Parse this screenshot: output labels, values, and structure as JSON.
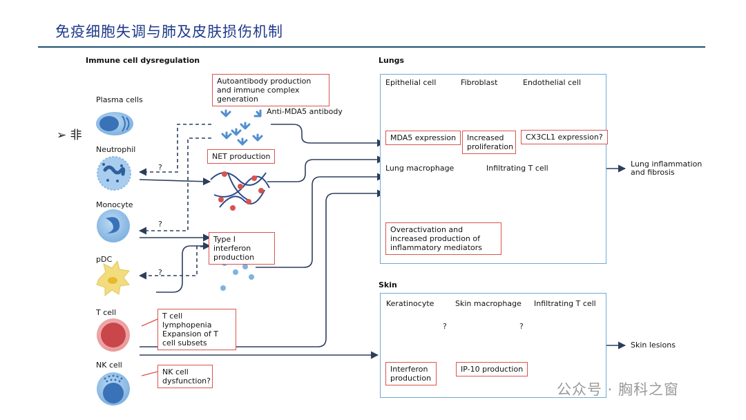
{
  "header": {
    "title": "免疫细胞失调与肺及皮肤损伤机制",
    "bullet": "➢ 非"
  },
  "immune": {
    "heading": "Immune cell dysregulation",
    "cells": [
      "Plasma cells",
      "Neutrophil",
      "Monocyte",
      "pDC",
      "T cell",
      "NK cell"
    ]
  },
  "middle": {
    "autoantibody_box": "Autoantibody production and immune complex generation",
    "anti_mda5": "Anti-MDA5 antibody",
    "net_box": "NET production",
    "ifn_box": "Type I interferon production",
    "tcell_box": "T cell lymphopenia Expansion of T cell subsets",
    "nk_box": "NK cell dysfunction?",
    "question": "?"
  },
  "lungs": {
    "heading": "Lungs",
    "epithelial": "Epithelial cell",
    "fibroblast": "Fibroblast",
    "endothelial": "Endothelial cell",
    "mda5_box": "MDA5 expression",
    "prolif_box": "Increased proliferation",
    "cx3cl1_box": "CX3CL1 expression?",
    "macrophage": "Lung macrophage",
    "infiltrating": "Infiltrating T cell",
    "overact_box": "Overactivation and increased production of inflammatory mediators",
    "outcome": "Lung inflammation and fibrosis"
  },
  "skin": {
    "heading": "Skin",
    "keratinocyte": "Keratinocyte",
    "macrophage": "Skin macrophage",
    "infiltrating": "Infiltrating T cell",
    "ifn_box": "Interferon production",
    "ip10_box": "IP-10 production",
    "outcome": "Skin lesions",
    "question": "?"
  },
  "watermark": "公众号 · 胸科之窗",
  "colors": {
    "arrow": "#2c3e5c",
    "callout_border": "#d9534f",
    "panel_border": "#6fa8d6",
    "title": "#1f3a8a"
  }
}
